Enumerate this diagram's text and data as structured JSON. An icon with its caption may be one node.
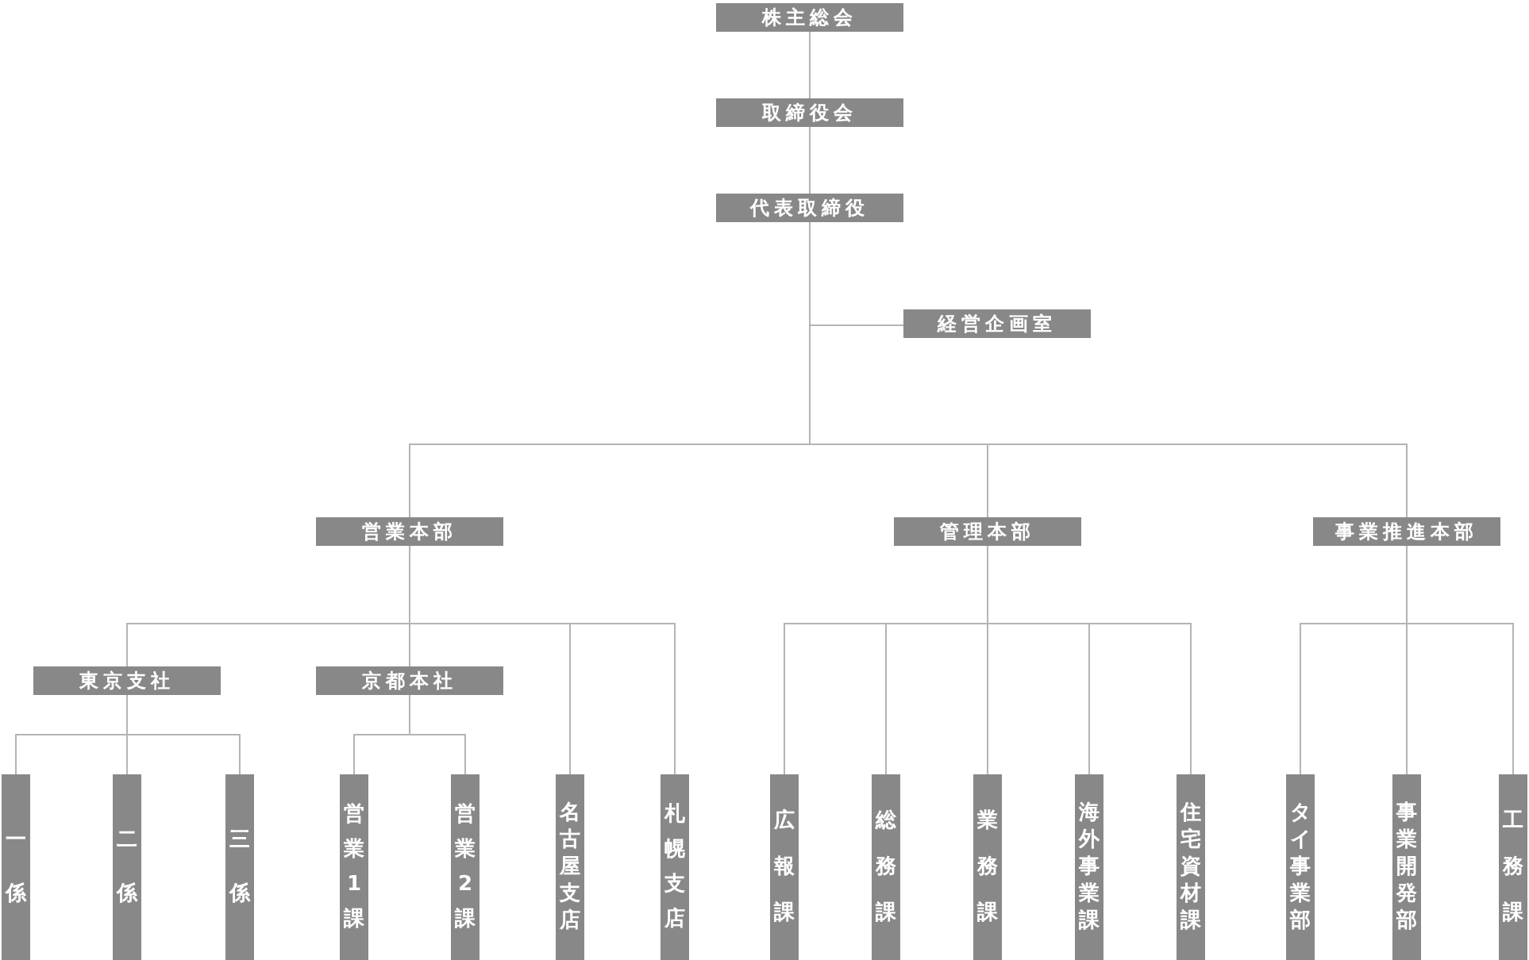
{
  "diagram": {
    "nodes": [
      {
        "text": [
          "株主総会"
        ]
      },
      {
        "text": [
          "取締役会"
        ]
      },
      {
        "text": [
          "代表取締役"
        ]
      },
      {
        "text": [
          "経営企画室"
        ]
      },
      {
        "text": [
          "営業本部"
        ]
      },
      {
        "text": [
          "管理本部"
        ]
      },
      {
        "text": [
          "事業推進本部"
        ]
      },
      {
        "text": [
          "東京支社"
        ]
      },
      {
        "text": [
          "京都本社"
        ]
      },
      {
        "text": [
          "一係"
        ]
      },
      {
        "text": [
          "二係"
        ]
      },
      {
        "text": [
          "三係"
        ]
      },
      {
        "text": [
          "営業1課"
        ]
      },
      {
        "text": [
          "営業2課"
        ]
      },
      {
        "text": [
          "名古屋支店"
        ]
      },
      {
        "text": [
          "札幌支店"
        ]
      },
      {
        "text": [
          "広報課"
        ]
      },
      {
        "text": [
          "総務課"
        ]
      },
      {
        "text": [
          "業務課"
        ]
      },
      {
        "text": [
          "海外事業課"
        ]
      },
      {
        "text": [
          "住宅資材課"
        ]
      },
      {
        "text": [
          "タイ事業部"
        ]
      },
      {
        "text": [
          "事業開発部"
        ]
      },
      {
        "text": [
          "工務課"
        ]
      }
    ],
    "edges": [
      {
        "from": 0,
        "to": 1,
        "arrow": "none"
      },
      {
        "from": 1,
        "to": 2,
        "arrow": "none"
      },
      {
        "from": 2,
        "to": 3,
        "arrow": "none"
      },
      {
        "from": 2,
        "to": 4,
        "arrow": "none"
      },
      {
        "from": 2,
        "to": 5,
        "arrow": "none"
      },
      {
        "from": 2,
        "to": 6,
        "arrow": "none"
      },
      {
        "from": 4,
        "to": 7,
        "arrow": "none"
      },
      {
        "from": 4,
        "to": 8,
        "arrow": "none"
      },
      {
        "from": 4,
        "to": 14,
        "arrow": "none"
      },
      {
        "from": 4,
        "to": 15,
        "arrow": "none"
      },
      {
        "from": 7,
        "to": 9,
        "arrow": "none"
      },
      {
        "from": 7,
        "to": 10,
        "arrow": "none"
      },
      {
        "from": 7,
        "to": 11,
        "arrow": "none"
      },
      {
        "from": 8,
        "to": 12,
        "arrow": "none"
      },
      {
        "from": 8,
        "to": 13,
        "arrow": "none"
      },
      {
        "from": 5,
        "to": 16,
        "arrow": "none"
      },
      {
        "from": 5,
        "to": 17,
        "arrow": "none"
      },
      {
        "from": 5,
        "to": 18,
        "arrow": "none"
      },
      {
        "from": 5,
        "to": 19,
        "arrow": "none"
      },
      {
        "from": 5,
        "to": 20,
        "arrow": "none"
      },
      {
        "from": 6,
        "to": 21,
        "arrow": "none"
      },
      {
        "from": 6,
        "to": 22,
        "arrow": "none"
      },
      {
        "from": 6,
        "to": 23,
        "arrow": "none"
      }
    ]
  }
}
